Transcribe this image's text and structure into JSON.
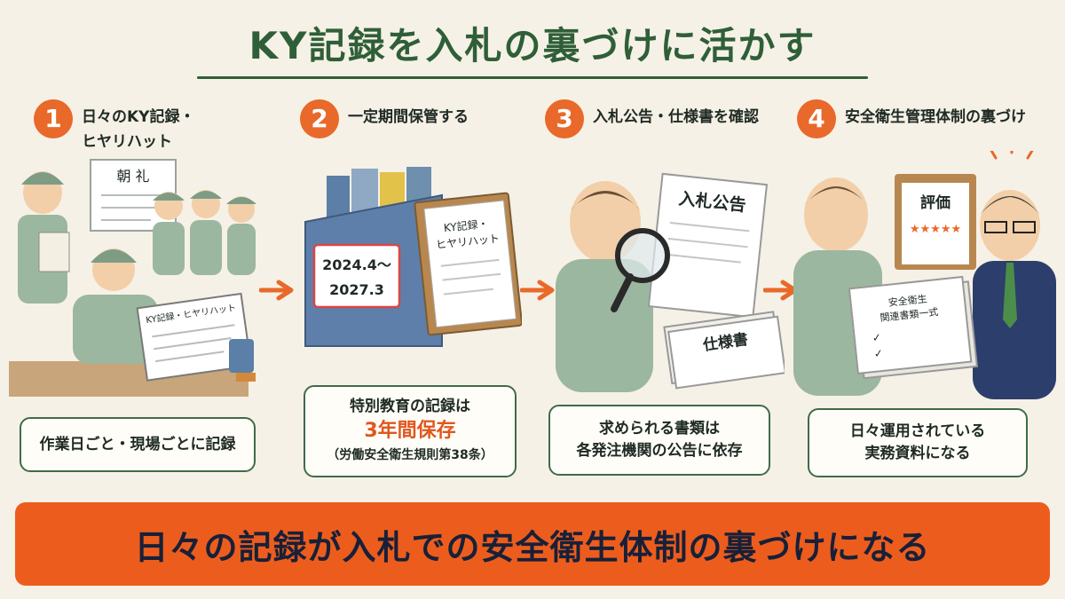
{
  "title": "KY記録を入札の裏づけに活かす",
  "colors": {
    "accent": "#e8692a",
    "green": "#2f5f38",
    "banner": "#ec5d1d",
    "background": "#f6f1e6"
  },
  "steps": [
    {
      "number": "1",
      "label": "日々のKY記録・\nヒヤリハット",
      "illustration": {
        "board": "朝 礼",
        "sheet": "KY記録・ヒヤリハット"
      },
      "caption": {
        "line1": "作業日ごと・現場ごとに記録"
      }
    },
    {
      "number": "2",
      "label": "一定期間保管する",
      "illustration": {
        "binder": "KY記録・\nヒヤリハット",
        "tag_line1": "2024.4～",
        "tag_line2": "2027.3"
      },
      "caption": {
        "line1": "特別教育の記録は",
        "accent": "3年間保存",
        "note": "（労働安全衛生規則第38条）"
      }
    },
    {
      "number": "3",
      "label": "入札公告・仕様書を確認",
      "illustration": {
        "doc1": "入札公告",
        "doc2": "仕様書"
      },
      "caption": {
        "line1": "求められる書類は",
        "line2": "各発注機関の公告に依存"
      }
    },
    {
      "number": "4",
      "label": "安全衛生管理体制の裏づけ",
      "illustration": {
        "board": "評価",
        "stars": "★★★★★",
        "folder": "安全衛生\n関連書類一式"
      },
      "caption": {
        "line1": "日々運用されている",
        "line2": "実務資料になる"
      }
    }
  ],
  "banner": "日々の記録が入札での安全衛生体制の裏づけになる"
}
